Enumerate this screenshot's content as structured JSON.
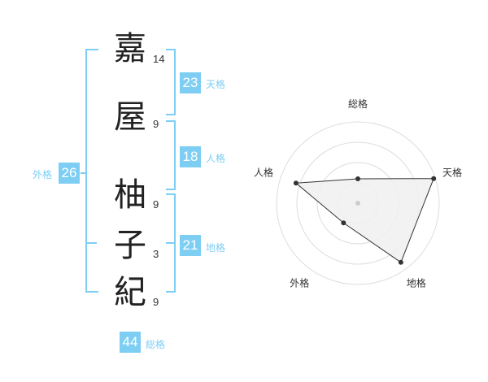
{
  "name_chars": [
    {
      "char": "嘉",
      "strokes": "14"
    },
    {
      "char": "屋",
      "strokes": "9"
    },
    {
      "char": "柚",
      "strokes": "9"
    },
    {
      "char": "子",
      "strokes": "3"
    },
    {
      "char": "紀",
      "strokes": "9"
    }
  ],
  "fortunes": {
    "tenkaku": {
      "value": "23",
      "label": "天格"
    },
    "jinkaku": {
      "value": "18",
      "label": "人格"
    },
    "chikaku": {
      "value": "21",
      "label": "地格"
    },
    "gaikaku": {
      "value": "26",
      "label": "外格"
    },
    "soukaku": {
      "value": "44",
      "label": "総格"
    }
  },
  "chart_data": {
    "type": "radar",
    "axes": [
      "総格",
      "天格",
      "地格",
      "外格",
      "人格"
    ],
    "values": [
      0.3,
      0.98,
      0.9,
      0.3,
      0.8
    ],
    "range": [
      0,
      1
    ],
    "rings": 4,
    "colors": {
      "fill": "#f0f0f0",
      "line": "#333333",
      "grid": "#dddddd",
      "center": "#cccccc"
    }
  },
  "accent_color": "#7ecef4"
}
